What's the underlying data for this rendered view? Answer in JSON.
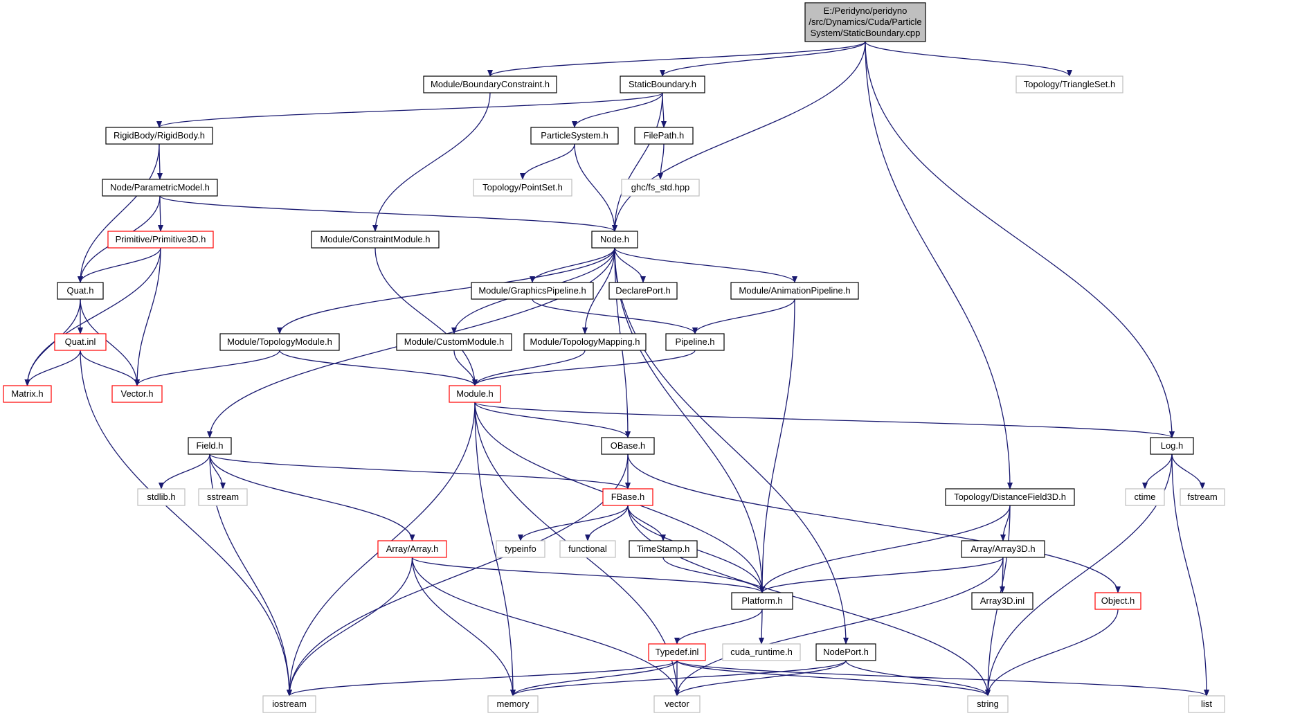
{
  "colors": {
    "edge": "#191970",
    "box_black": "#000000",
    "box_red": "#ff0000",
    "box_gray": "#bfbfbf",
    "root_fill": "#bfbfbf"
  },
  "nodes": [
    {
      "id": "root",
      "lines": [
        "E:/Peridyno/peridyno",
        "/src/Dynamics/Cuda/Particle",
        "System/StaticBoundary.cpp"
      ],
      "style": "root"
    },
    {
      "id": "boundaryconstraint",
      "lines": [
        "Module/BoundaryConstraint.h"
      ],
      "style": "black"
    },
    {
      "id": "staticboundary",
      "lines": [
        "StaticBoundary.h"
      ],
      "style": "black"
    },
    {
      "id": "triangleset",
      "lines": [
        "Topology/TriangleSet.h"
      ],
      "style": "gray"
    },
    {
      "id": "rigidbody",
      "lines": [
        "RigidBody/RigidBody.h"
      ],
      "style": "black"
    },
    {
      "id": "particlesystem",
      "lines": [
        "ParticleSystem.h"
      ],
      "style": "black"
    },
    {
      "id": "filepath",
      "lines": [
        "FilePath.h"
      ],
      "style": "black"
    },
    {
      "id": "parametricmodel",
      "lines": [
        "Node/ParametricModel.h"
      ],
      "style": "black"
    },
    {
      "id": "pointset",
      "lines": [
        "Topology/PointSet.h"
      ],
      "style": "gray"
    },
    {
      "id": "fsstd",
      "lines": [
        "ghc/fs_std.hpp"
      ],
      "style": "gray"
    },
    {
      "id": "primitive3d",
      "lines": [
        "Primitive/Primitive3D.h"
      ],
      "style": "red"
    },
    {
      "id": "constraintmodule",
      "lines": [
        "Module/ConstraintModule.h"
      ],
      "style": "black"
    },
    {
      "id": "node",
      "lines": [
        "Node.h"
      ],
      "style": "black"
    },
    {
      "id": "quat",
      "lines": [
        "Quat.h"
      ],
      "style": "black"
    },
    {
      "id": "graphicspipeline",
      "lines": [
        "Module/GraphicsPipeline.h"
      ],
      "style": "black"
    },
    {
      "id": "declareport",
      "lines": [
        "DeclarePort.h"
      ],
      "style": "black"
    },
    {
      "id": "animationpipeline",
      "lines": [
        "Module/AnimationPipeline.h"
      ],
      "style": "black"
    },
    {
      "id": "quatinl",
      "lines": [
        "Quat.inl"
      ],
      "style": "red"
    },
    {
      "id": "topologymodule",
      "lines": [
        "Module/TopologyModule.h"
      ],
      "style": "black"
    },
    {
      "id": "custommodule",
      "lines": [
        "Module/CustomModule.h"
      ],
      "style": "black"
    },
    {
      "id": "topologymapping",
      "lines": [
        "Module/TopologyMapping.h"
      ],
      "style": "black"
    },
    {
      "id": "pipeline",
      "lines": [
        "Pipeline.h"
      ],
      "style": "black"
    },
    {
      "id": "matrix",
      "lines": [
        "Matrix.h"
      ],
      "style": "red"
    },
    {
      "id": "vector_h",
      "lines": [
        "Vector.h"
      ],
      "style": "red"
    },
    {
      "id": "module",
      "lines": [
        "Module.h"
      ],
      "style": "red"
    },
    {
      "id": "field",
      "lines": [
        "Field.h"
      ],
      "style": "black"
    },
    {
      "id": "obase",
      "lines": [
        "OBase.h"
      ],
      "style": "black"
    },
    {
      "id": "log",
      "lines": [
        "Log.h"
      ],
      "style": "black"
    },
    {
      "id": "stdlib",
      "lines": [
        "stdlib.h"
      ],
      "style": "gray"
    },
    {
      "id": "sstream",
      "lines": [
        "sstream"
      ],
      "style": "gray"
    },
    {
      "id": "fbase",
      "lines": [
        "FBase.h"
      ],
      "style": "red"
    },
    {
      "id": "distancefield3d",
      "lines": [
        "Topology/DistanceField3D.h"
      ],
      "style": "black"
    },
    {
      "id": "ctime",
      "lines": [
        "ctime"
      ],
      "style": "gray"
    },
    {
      "id": "fstream",
      "lines": [
        "fstream"
      ],
      "style": "gray"
    },
    {
      "id": "typeinfo",
      "lines": [
        "typeinfo"
      ],
      "style": "gray"
    },
    {
      "id": "functional",
      "lines": [
        "functional"
      ],
      "style": "gray"
    },
    {
      "id": "timestamp",
      "lines": [
        "TimeStamp.h"
      ],
      "style": "black"
    },
    {
      "id": "array",
      "lines": [
        "Array/Array.h"
      ],
      "style": "red"
    },
    {
      "id": "array3d",
      "lines": [
        "Array/Array3D.h"
      ],
      "style": "black"
    },
    {
      "id": "platform",
      "lines": [
        "Platform.h"
      ],
      "style": "black"
    },
    {
      "id": "array3dinl",
      "lines": [
        "Array3D.inl"
      ],
      "style": "black"
    },
    {
      "id": "object",
      "lines": [
        "Object.h"
      ],
      "style": "red"
    },
    {
      "id": "typedefinl",
      "lines": [
        "Typedef.inl"
      ],
      "style": "red"
    },
    {
      "id": "cudaruntime",
      "lines": [
        "cuda_runtime.h"
      ],
      "style": "gray"
    },
    {
      "id": "nodeport",
      "lines": [
        "NodePort.h"
      ],
      "style": "black"
    },
    {
      "id": "iostream",
      "lines": [
        "iostream"
      ],
      "style": "gray"
    },
    {
      "id": "memory",
      "lines": [
        "memory"
      ],
      "style": "gray"
    },
    {
      "id": "vector_std",
      "lines": [
        "vector"
      ],
      "style": "gray"
    },
    {
      "id": "string",
      "lines": [
        "string"
      ],
      "style": "gray"
    },
    {
      "id": "list",
      "lines": [
        "list"
      ],
      "style": "gray"
    }
  ],
  "edges": [
    [
      "root",
      "boundaryconstraint"
    ],
    [
      "root",
      "staticboundary"
    ],
    [
      "root",
      "node"
    ],
    [
      "root",
      "distancefield3d"
    ],
    [
      "root",
      "log"
    ],
    [
      "root",
      "triangleset"
    ],
    [
      "boundaryconstraint",
      "constraintmodule"
    ],
    [
      "staticboundary",
      "rigidbody"
    ],
    [
      "staticboundary",
      "particlesystem"
    ],
    [
      "staticboundary",
      "filepath"
    ],
    [
      "staticboundary",
      "node"
    ],
    [
      "rigidbody",
      "parametricmodel"
    ],
    [
      "rigidbody",
      "quat"
    ],
    [
      "particlesystem",
      "pointset"
    ],
    [
      "particlesystem",
      "node"
    ],
    [
      "filepath",
      "fsstd"
    ],
    [
      "parametricmodel",
      "primitive3d"
    ],
    [
      "parametricmodel",
      "quat"
    ],
    [
      "parametricmodel",
      "node"
    ],
    [
      "primitive3d",
      "quat"
    ],
    [
      "primitive3d",
      "matrix"
    ],
    [
      "primitive3d",
      "vector_h"
    ],
    [
      "constraintmodule",
      "module"
    ],
    [
      "quat",
      "quatinl"
    ],
    [
      "quat",
      "matrix"
    ],
    [
      "quat",
      "vector_h"
    ],
    [
      "quatinl",
      "matrix"
    ],
    [
      "quatinl",
      "vector_h"
    ],
    [
      "quatinl",
      "iostream"
    ],
    [
      "node",
      "graphicspipeline"
    ],
    [
      "node",
      "declareport"
    ],
    [
      "node",
      "animationpipeline"
    ],
    [
      "node",
      "topologymodule"
    ],
    [
      "node",
      "custommodule"
    ],
    [
      "node",
      "topologymapping"
    ],
    [
      "node",
      "field"
    ],
    [
      "node",
      "obase"
    ],
    [
      "node",
      "platform"
    ],
    [
      "node",
      "nodeport"
    ],
    [
      "graphicspipeline",
      "pipeline"
    ],
    [
      "animationpipeline",
      "pipeline"
    ],
    [
      "animationpipeline",
      "platform"
    ],
    [
      "topologymodule",
      "vector_h"
    ],
    [
      "topologymodule",
      "module"
    ],
    [
      "custommodule",
      "module"
    ],
    [
      "topologymapping",
      "module"
    ],
    [
      "pipeline",
      "module"
    ],
    [
      "module",
      "obase"
    ],
    [
      "module",
      "log"
    ],
    [
      "module",
      "platform"
    ],
    [
      "module",
      "iostream"
    ],
    [
      "module",
      "memory"
    ],
    [
      "module",
      "vector_std"
    ],
    [
      "field",
      "stdlib"
    ],
    [
      "field",
      "sstream"
    ],
    [
      "field",
      "fbase"
    ],
    [
      "field",
      "array"
    ],
    [
      "field",
      "iostream"
    ],
    [
      "obase",
      "fbase"
    ],
    [
      "obase",
      "object"
    ],
    [
      "obase",
      "iostream"
    ],
    [
      "log",
      "ctime"
    ],
    [
      "log",
      "fstream"
    ],
    [
      "log",
      "string"
    ],
    [
      "log",
      "list"
    ],
    [
      "fbase",
      "typeinfo"
    ],
    [
      "fbase",
      "functional"
    ],
    [
      "fbase",
      "timestamp"
    ],
    [
      "fbase",
      "platform"
    ],
    [
      "fbase",
      "string"
    ],
    [
      "distancefield3d",
      "array3d"
    ],
    [
      "distancefield3d",
      "platform"
    ],
    [
      "distancefield3d",
      "string"
    ],
    [
      "timestamp",
      "platform"
    ],
    [
      "array",
      "platform"
    ],
    [
      "array",
      "iostream"
    ],
    [
      "array",
      "memory"
    ],
    [
      "array",
      "vector_std"
    ],
    [
      "array3d",
      "platform"
    ],
    [
      "array3d",
      "array3dinl"
    ],
    [
      "array3d",
      "vector_std"
    ],
    [
      "platform",
      "typedefinl"
    ],
    [
      "platform",
      "cudaruntime"
    ],
    [
      "object",
      "string"
    ],
    [
      "typedefinl",
      "iostream"
    ],
    [
      "typedefinl",
      "memory"
    ],
    [
      "typedefinl",
      "vector_std"
    ],
    [
      "typedefinl",
      "string"
    ],
    [
      "typedefinl",
      "list"
    ],
    [
      "nodeport",
      "memory"
    ],
    [
      "nodeport",
      "vector_std"
    ],
    [
      "nodeport",
      "string"
    ]
  ]
}
